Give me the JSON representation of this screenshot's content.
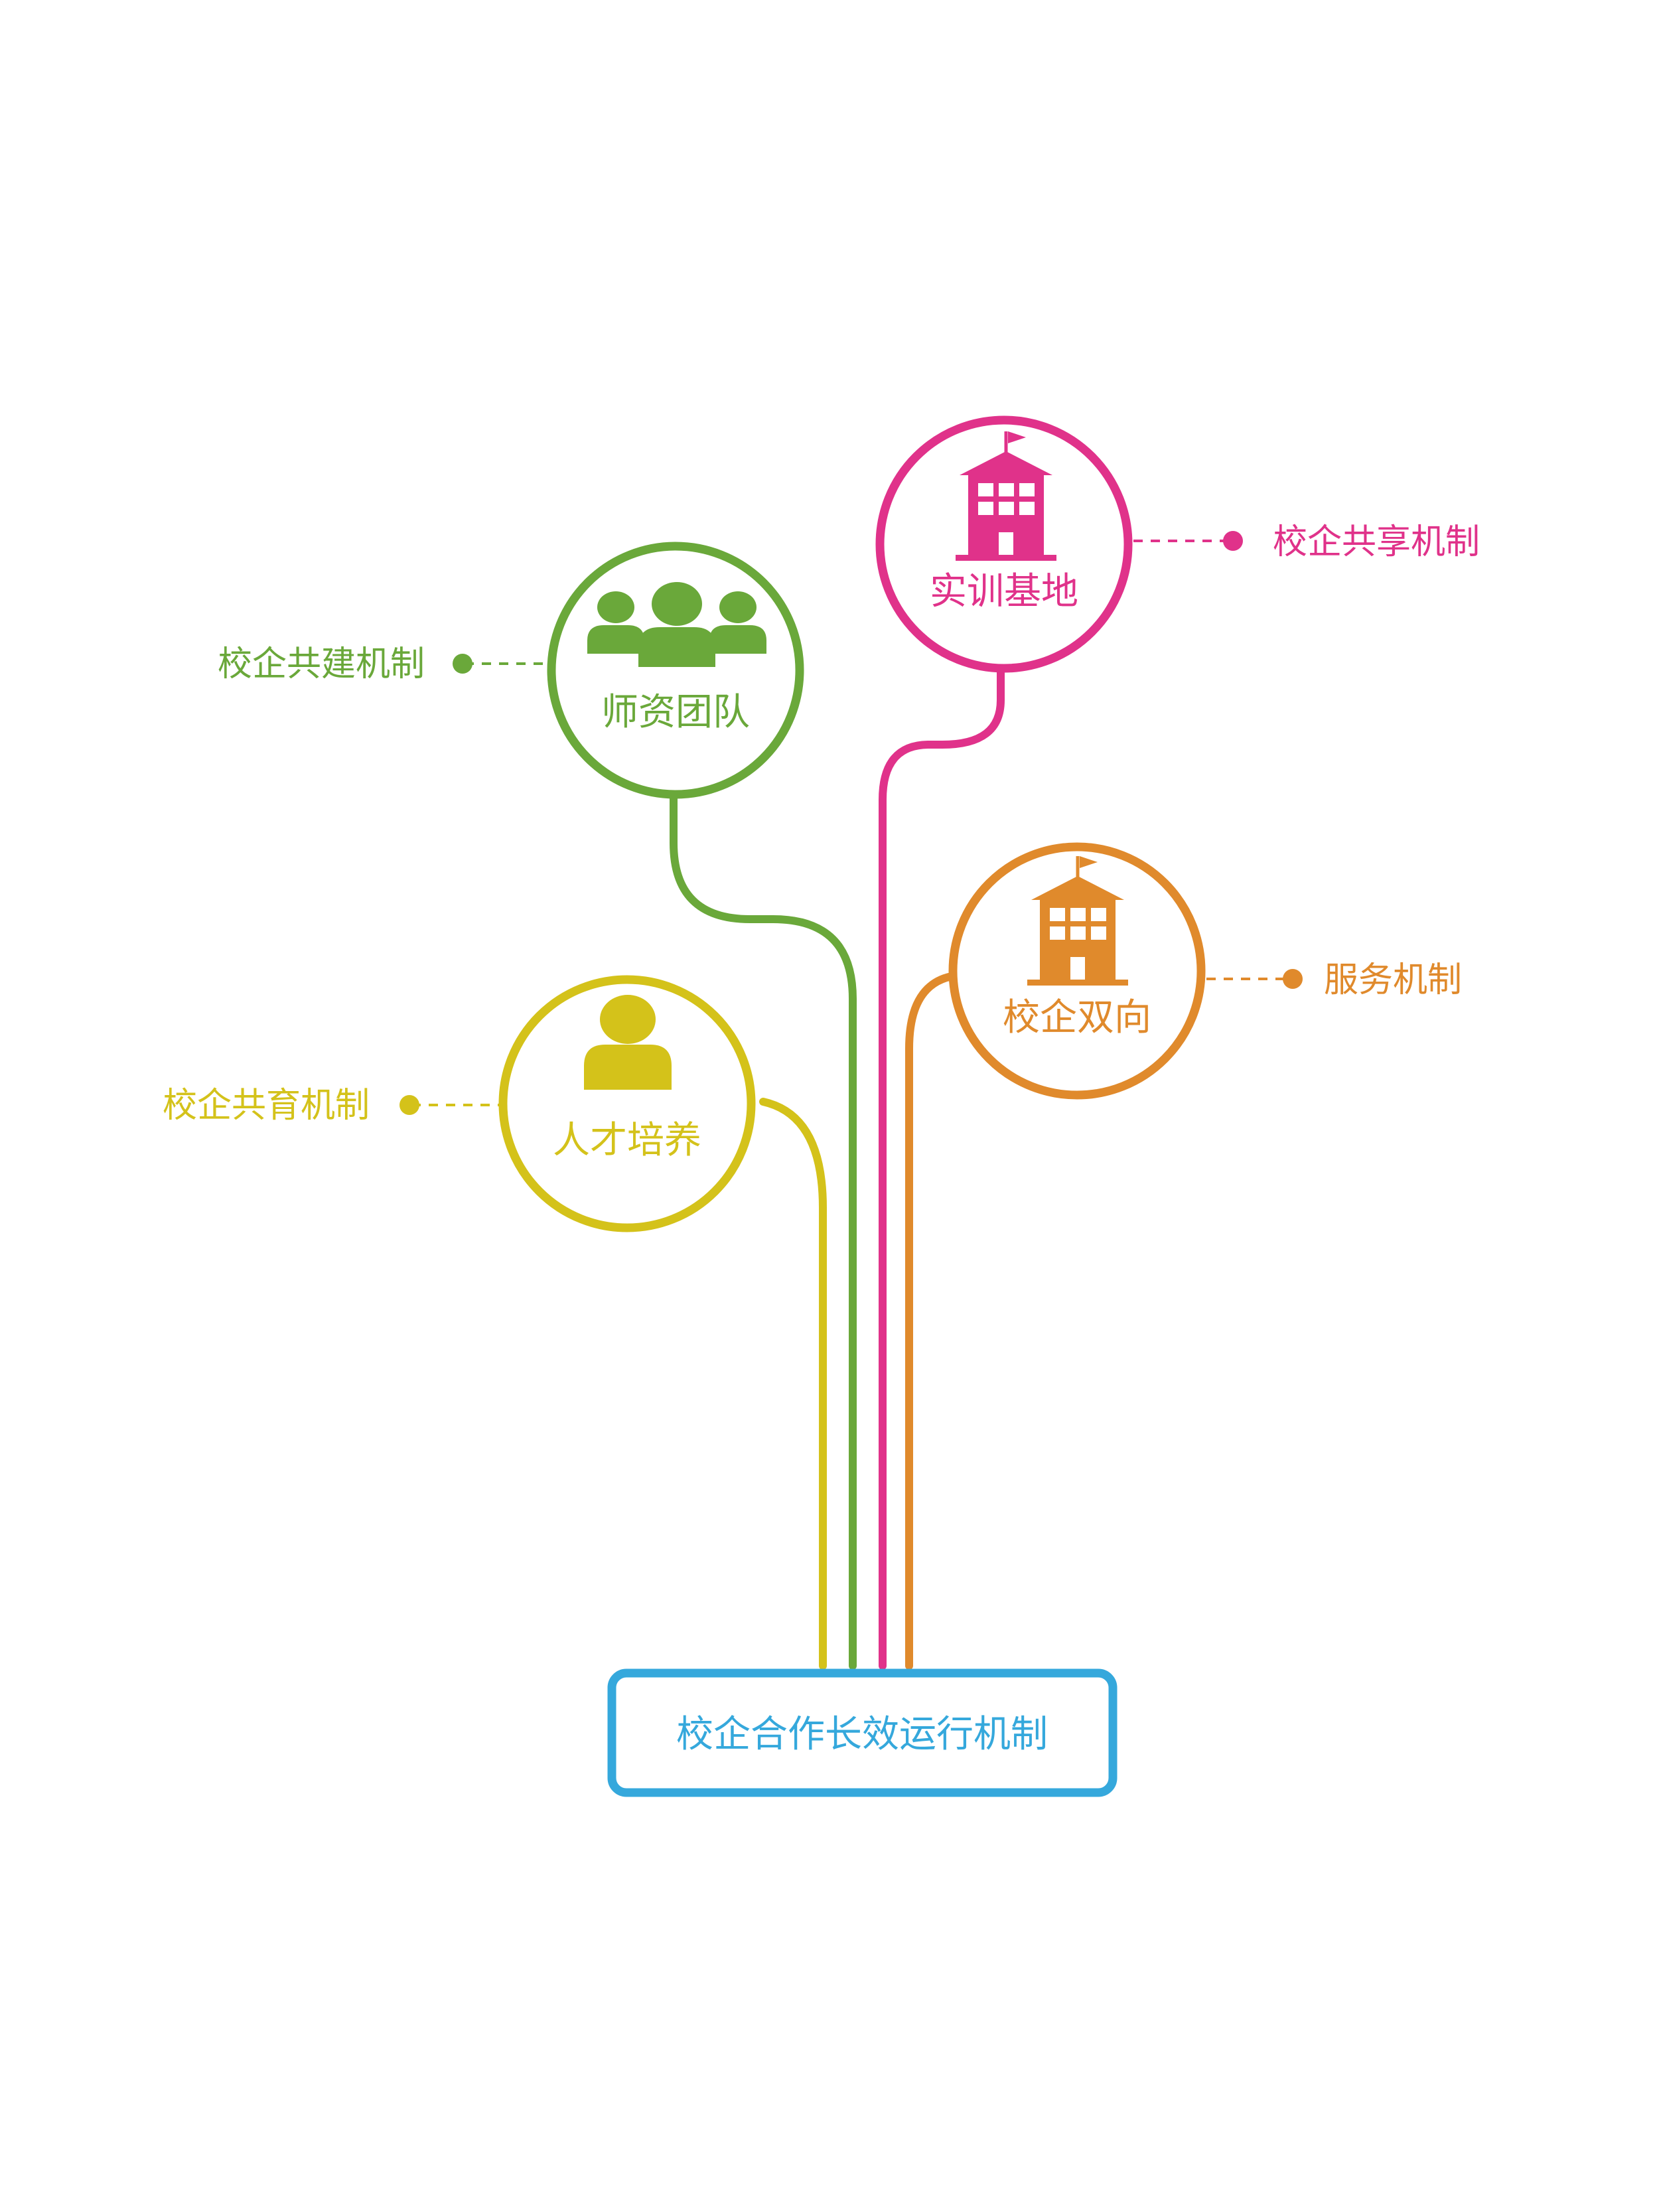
{
  "colors": {
    "background": "#ffffff",
    "green": "#6aa83a",
    "magenta": "#e0328a",
    "orange": "#e08a2c",
    "yellow": "#d4c21a",
    "blue": "#35a8dc"
  },
  "root": {
    "label": "校企合作长效运行机制"
  },
  "nodes": [
    {
      "id": "teachers",
      "label": "师资团队",
      "mechanism": "校企共建机制",
      "icon": "people-group-icon",
      "color": "green"
    },
    {
      "id": "training",
      "label": "实训基地",
      "mechanism": "校企共享机制",
      "icon": "building-icon",
      "color": "magenta"
    },
    {
      "id": "service",
      "label": "校企双向",
      "mechanism": "服务机制",
      "icon": "building-icon",
      "color": "orange"
    },
    {
      "id": "talent",
      "label": "人才培养",
      "mechanism": "校企共育机制",
      "icon": "person-icon",
      "color": "yellow"
    }
  ]
}
